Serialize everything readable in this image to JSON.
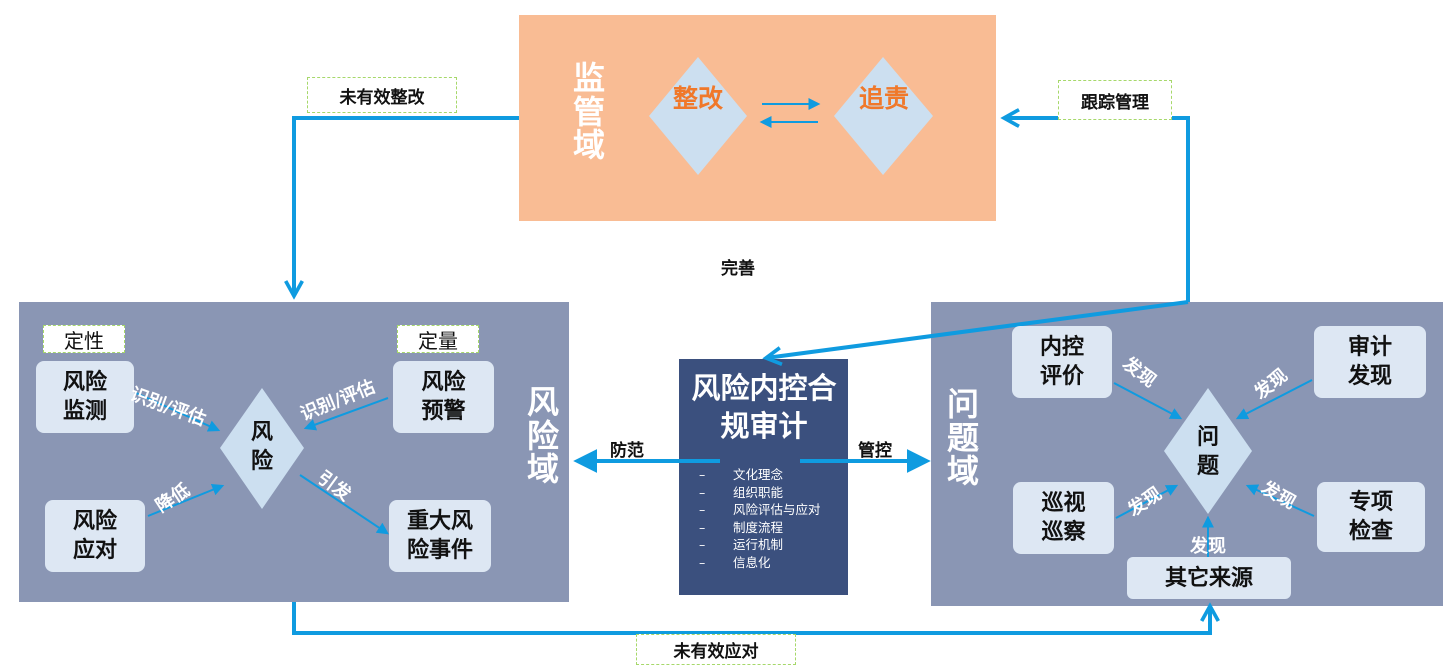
{
  "supervision": {
    "title": "监管域",
    "rectify": "整改",
    "accountability": "追责"
  },
  "risk_domain": {
    "title": "风险域",
    "qualitative": "定性",
    "quantitative": "定量",
    "monitoring": "风险监测",
    "warning": "风险预警",
    "response": "风险应对",
    "major_event": "重大风险事件",
    "center": "风险",
    "identify_left": "识别/评估",
    "identify_right": "识别/评估",
    "reduce": "降低",
    "trigger": "引发"
  },
  "issue_domain": {
    "title": "问题域",
    "internal_control": "内控评价",
    "audit_finding": "审计发现",
    "inspection": "巡视巡察",
    "special_check": "专项检查",
    "other_sources": "其它来源",
    "center": "问题",
    "found_1": "发现",
    "found_2": "发现",
    "found_3": "发现",
    "found_4": "发现",
    "found_5": "发现"
  },
  "center": {
    "title": "风险内控合规审计",
    "items": [
      "文化理念",
      "组织职能",
      "风险评估与应对",
      "制度流程",
      "运行机制",
      "信息化"
    ]
  },
  "flows": {
    "ineffective_rectify": "未有效整改",
    "tracking": "跟踪管理",
    "improve": "完善",
    "prevent": "防范",
    "control": "管控",
    "ineffective_response": "未有效应对"
  },
  "colors": {
    "arrow": "#0f9be0",
    "orange_panel": "#f9bc94",
    "slate_panel": "#8a96b4",
    "navy_panel": "#3b507e",
    "diamond": "#ccdff0",
    "orange_text": "#f0782a",
    "title_white": "#ffffff"
  }
}
